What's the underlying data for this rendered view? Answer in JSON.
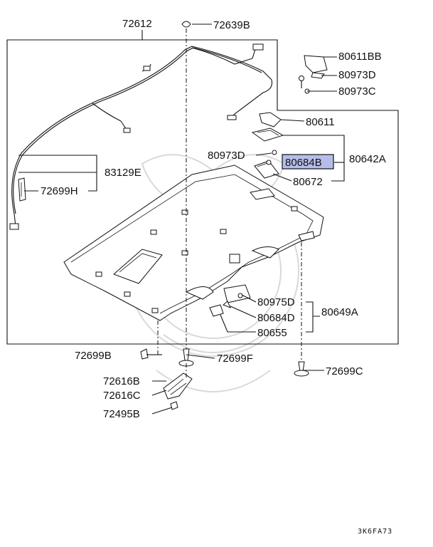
{
  "diagram": {
    "part_labels": {
      "p72612": "72612",
      "p72639B": "72639B",
      "p80611BB": "80611BB",
      "p80973D_a": "80973D",
      "p80973C": "80973C",
      "p80611": "80611",
      "p80973D_b": "80973D",
      "p80684B": "80684B",
      "p80642A": "80642A",
      "p80672": "80672",
      "p83129E": "83129E",
      "p72699H": "72699H",
      "p80975D": "80975D",
      "p80684D": "80684D",
      "p80649A": "80649A",
      "p80655": "80655",
      "p72699B": "72699B",
      "p72699F": "72699F",
      "p72699C": "72699C",
      "p72616B": "72616B",
      "p72616C": "72616C",
      "p72495B": "72495B"
    },
    "highlighted_part": "80684B",
    "highlight_color": "#b7bde9",
    "diagram_code": "3K6FA73"
  }
}
